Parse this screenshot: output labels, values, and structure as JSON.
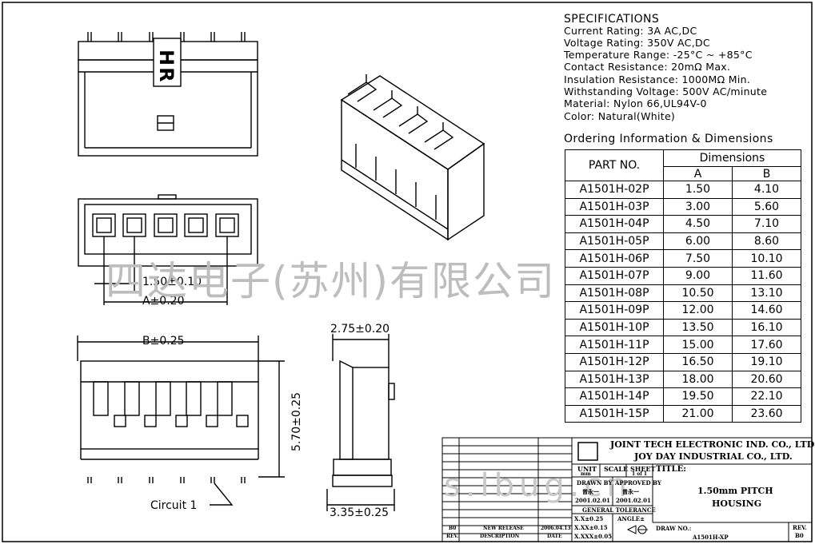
{
  "specifications": {
    "title": "SPECIFICATIONS",
    "lines": [
      "Current Rating: 3A AC,DC",
      "Voltage Rating: 350V AC,DC",
      "Temperature Range: -25°C ~ +85°C",
      "Contact Resistance: 20mΩ Max.",
      "Insulation Resistance: 1000MΩ Min.",
      "Withstanding Voltage: 500V AC/minute",
      "Material: Nylon 66,UL94V-0",
      "Color: Natural(White)"
    ]
  },
  "ordering": {
    "title": "Ordering Information & Dimensions",
    "col_part": "PART NO.",
    "col_dims": "Dimensions",
    "col_a": "A",
    "col_b": "B",
    "rows": [
      [
        "A1501H-02P",
        "1.50",
        "4.10"
      ],
      [
        "A1501H-03P",
        "3.00",
        "5.60"
      ],
      [
        "A1501H-04P",
        "4.50",
        "7.10"
      ],
      [
        "A1501H-05P",
        "6.00",
        "8.60"
      ],
      [
        "A1501H-06P",
        "7.50",
        "10.10"
      ],
      [
        "A1501H-07P",
        "9.00",
        "11.60"
      ],
      [
        "A1501H-08P",
        "10.50",
        "13.10"
      ],
      [
        "A1501H-09P",
        "12.00",
        "14.60"
      ],
      [
        "A1501H-10P",
        "13.50",
        "16.10"
      ],
      [
        "A1501H-11P",
        "15.00",
        "17.60"
      ],
      [
        "A1501H-12P",
        "16.50",
        "19.10"
      ],
      [
        "A1501H-13P",
        "18.00",
        "20.60"
      ],
      [
        "A1501H-14P",
        "19.50",
        "22.10"
      ],
      [
        "A1501H-15P",
        "21.00",
        "23.60"
      ]
    ]
  },
  "drawing": {
    "hr_mark": "HR",
    "pitch_dim": "1.50±0.10",
    "a_dim": "A±0.20",
    "b_dim": "B±0.25",
    "height_dim": "5.70±0.25",
    "depth_dim": "2.75±0.20",
    "width_dim": "3.35±0.25",
    "circuit_label": "Circuit 1"
  },
  "watermark": {
    "text": "四达电子(苏州)有限公司",
    "text2": "s.lbug.cn"
  },
  "title_block": {
    "company1": "JOINT TECH ELECTRONIC IND. CO., LTD.",
    "company2": "JOY DAY INDUSTRIAL CO., LTD.",
    "unit_label": "UNIT",
    "unit_value": "mm",
    "scale_label": "SCALE",
    "sheet_label": "SHEET",
    "sheet_value": "1 of 1",
    "title_label": "TITLE:",
    "title_line1": "1.50mm PITCH",
    "title_line2": "HOUSING",
    "drawn_label": "DRAWN BY",
    "drawn_name": "曾永一",
    "drawn_date": "2001.02.01",
    "approved_label": "APPROVED BY",
    "approved_name": "曾永一",
    "approved_date": "2001.02.01",
    "tolerance_label": "GENERAL TOLERANCE",
    "tol1": "X.X±0.25",
    "tol2": "X.XX±0.15",
    "tol3": "X.XXX±0.05",
    "angle_label": "ANGLE±",
    "drawno_label": "DRAW NO.:",
    "drawno_value": "A1501H-XP",
    "rev_label": "REV.",
    "rev_value": "B0",
    "rev_row_rev": "B0",
    "rev_row_desc": "NEW RELEASE",
    "rev_row_date": "2006.04.13",
    "hdr_rev": "REV.",
    "hdr_desc": "DESCRIPTION",
    "hdr_date": "DATE"
  }
}
